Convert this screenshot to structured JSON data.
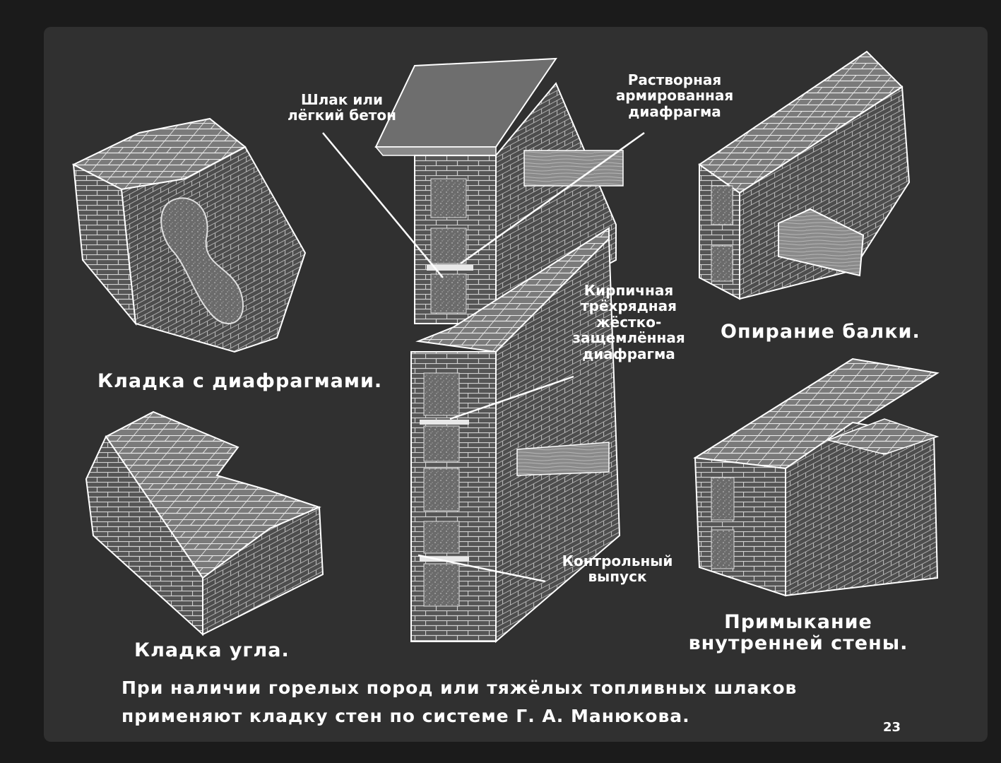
{
  "diagram": {
    "captions": {
      "diaphragm_masonry": "Кладка с диафрагмами.",
      "corner_masonry": "Кладка угла.",
      "beam_support": "Опирание балки.",
      "inner_wall_junction": "Примыкание внутренней стены."
    },
    "callouts": {
      "slag": "Шлак или лёгкий бетон",
      "mortar_diaphragm": "Растворная армированная диафрагма",
      "brick_diaphragm": "Кирпичная трёхрядная жёстко-защемлённая диафрагма",
      "control_release": "Контрольный выпуск"
    },
    "footer": {
      "line1": "При наличии горелых пород или тяжёлых топливных шлаков",
      "line2": "применяют кладку стен по системе Г. А. Манюкова."
    },
    "page_number": "23",
    "colors": {
      "background": "#303030",
      "line": "#ffffff",
      "brick": "#555555",
      "fill": "#6b6b6b"
    }
  }
}
